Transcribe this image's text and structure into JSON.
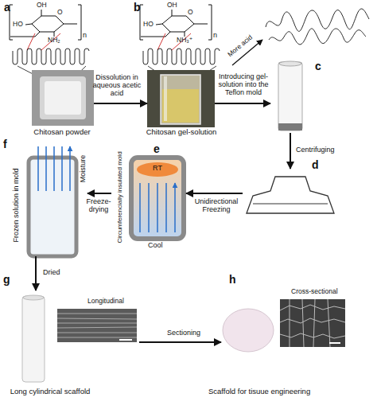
{
  "diagram": {
    "nodes": [
      {
        "text": [
          "a",
          "Chitosan powder"
        ]
      },
      {
        "text": [
          "b",
          "Chitosan gel-solution"
        ]
      },
      {
        "text": [
          "c"
        ]
      },
      {
        "text": [
          "d"
        ]
      },
      {
        "text": [
          "e",
          "RT",
          "Circumferencially insulated mold",
          "Cool"
        ]
      },
      {
        "text": [
          "f",
          "Frozen solution in mold",
          "Moisture"
        ]
      },
      {
        "text": [
          "g",
          "Longitudinal",
          "Long cylindrical scaffold"
        ]
      },
      {
        "text": [
          "h",
          "Cross-sectional",
          "Scaffold for tisuue engineering"
        ]
      }
    ],
    "edges": [
      {
        "from": 0,
        "to": 1,
        "arrow": "to",
        "label": "Dissolution in aqueous acetic acid"
      },
      {
        "from": 1,
        "to": 2,
        "arrow": "to",
        "label": "Introducing gel-solution into the Teflon mold"
      },
      {
        "from": 2,
        "to": 3,
        "arrow": "to",
        "label": "Centrifuging"
      },
      {
        "from": 3,
        "to": 4,
        "arrow": "to",
        "label": "Unidirectional Freezing"
      },
      {
        "from": 4,
        "to": 5,
        "arrow": "to",
        "label": "Freeze-drying"
      },
      {
        "from": 5,
        "to": 6,
        "arrow": "to",
        "label": "Dried"
      },
      {
        "from": 6,
        "to": 7,
        "arrow": "to",
        "label": "Sectioning"
      }
    ],
    "labels": [
      "OH",
      "HO",
      "NH₂",
      "O",
      "n",
      "OH",
      "HO",
      "NH₃⁺",
      "O",
      "n",
      "More acid"
    ]
  }
}
